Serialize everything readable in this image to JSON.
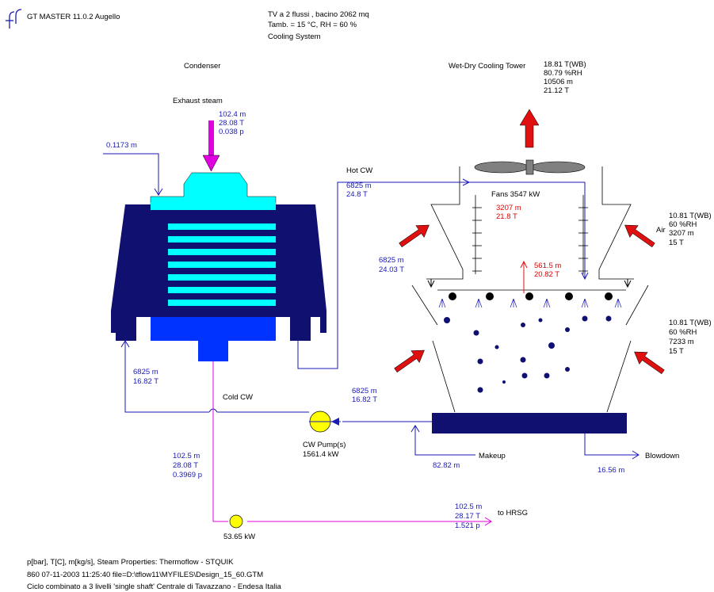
{
  "header": {
    "app_title": "GT MASTER 11.0.2 Augello",
    "desc": [
      "TV a 2 flussi , bacino 2062 mq",
      "Tamb. = 15 °C, RH = 60 %",
      "Cooling System"
    ]
  },
  "labels": {
    "condenser": "Condenser",
    "exhaust_steam": "Exhaust steam",
    "cooling_tower": "Wet-Dry Cooling Tower",
    "hot_cw": "Hot CW",
    "cold_cw": "Cold CW",
    "fans": "Fans 3547 kW",
    "air": "Air",
    "makeup": "Makeup",
    "blowdown": "Blowdown",
    "to_hrsg": "to HRSG",
    "cw_pump": [
      "CW Pump(s)",
      "1561.4 kW"
    ],
    "small_pump_kw": "53.65 kW"
  },
  "values": {
    "exhaust": [
      "102.4 m",
      "28.08 T",
      "0.038 p"
    ],
    "left_flow": [
      "0.1173 m"
    ],
    "hot_cw": [
      "6825 m",
      "24.8 T"
    ],
    "tower_top": [
      "18.81 T(WB)",
      "80.79 %RH",
      "10506 m",
      "21.12 T"
    ],
    "dry_air_out": [
      "3207 m",
      "21.8 T"
    ],
    "air_in_upper": [
      "10.81 T(WB)",
      "60 %RH",
      "3207 m",
      "15 T"
    ],
    "wet_air_out": [
      "561.5 m",
      "20.82 T"
    ],
    "spray_in": [
      "6825 m",
      "24.03 T"
    ],
    "air_in_lower": [
      "10.81 T(WB)",
      "60 %RH",
      "7233 m",
      "15 T"
    ],
    "cold_cw_cond": [
      "6825 m",
      "16.82 T"
    ],
    "basin_out": [
      "6825 m",
      "16.82 T"
    ],
    "makeup_flow": [
      "82.82 m"
    ],
    "blowdown_flow": [
      "16.56 m"
    ],
    "condensate": [
      "102.5 m",
      "28.08 T",
      "0.3969 p"
    ],
    "hrsg": [
      "102.5 m",
      "28.17 T",
      "1.521 p"
    ]
  },
  "footer": [
    "p[bar], T[C], m[kg/s], Steam Properties: Thermoflow - STQUIK",
    "860 07-11-2003 11:25:40  file=D:\\tflow11\\MYFILES\\Design_15_60.GTM",
    "Ciclo combinato a 3 livelli 'single shaft'  Centrale di Tavazzano - Endesa Italia"
  ],
  "colors": {
    "cw_line": "#1a1ab4",
    "steam_line": "#e000e0",
    "condenser_body": "#101070",
    "hotwell": "#0033ff",
    "cyan": "#00ffff",
    "arrow_red": "#e01010",
    "pump_yellow": "#ffff00"
  }
}
